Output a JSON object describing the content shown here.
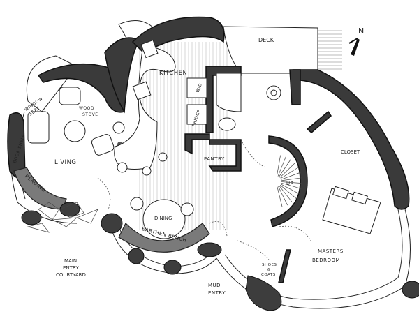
{
  "title": "Cob house floor plan",
  "north": {
    "label": "N",
    "icon": "north-arrow-icon"
  },
  "rooms": {
    "deck": "DECK",
    "kitchen": "KITCHEN",
    "washer_dryer": "W/D",
    "fridge": "FRIDGE",
    "wood_stove": [
      "WOOD",
      "STOVE"
    ],
    "window_seat": [
      "WINDOW",
      "SEAT"
    ],
    "book_shelf": "BOOK SHELF",
    "living": "LIVING",
    "reading": "READING",
    "pantry": "PANTRY",
    "closet": "CLOSET",
    "stairs_up": "UP",
    "dining": "DINING",
    "earthen_bench": "EARTHEN BENCH",
    "main_entry": [
      "MAIN",
      "ENTRY",
      "COURTYARD"
    ],
    "mud_entry": [
      "MUD",
      "ENTRY"
    ],
    "shoes_coats": [
      "SHOES",
      "&",
      "COATS"
    ],
    "bedroom": [
      "MASTERS'",
      "BEDROOM"
    ]
  }
}
